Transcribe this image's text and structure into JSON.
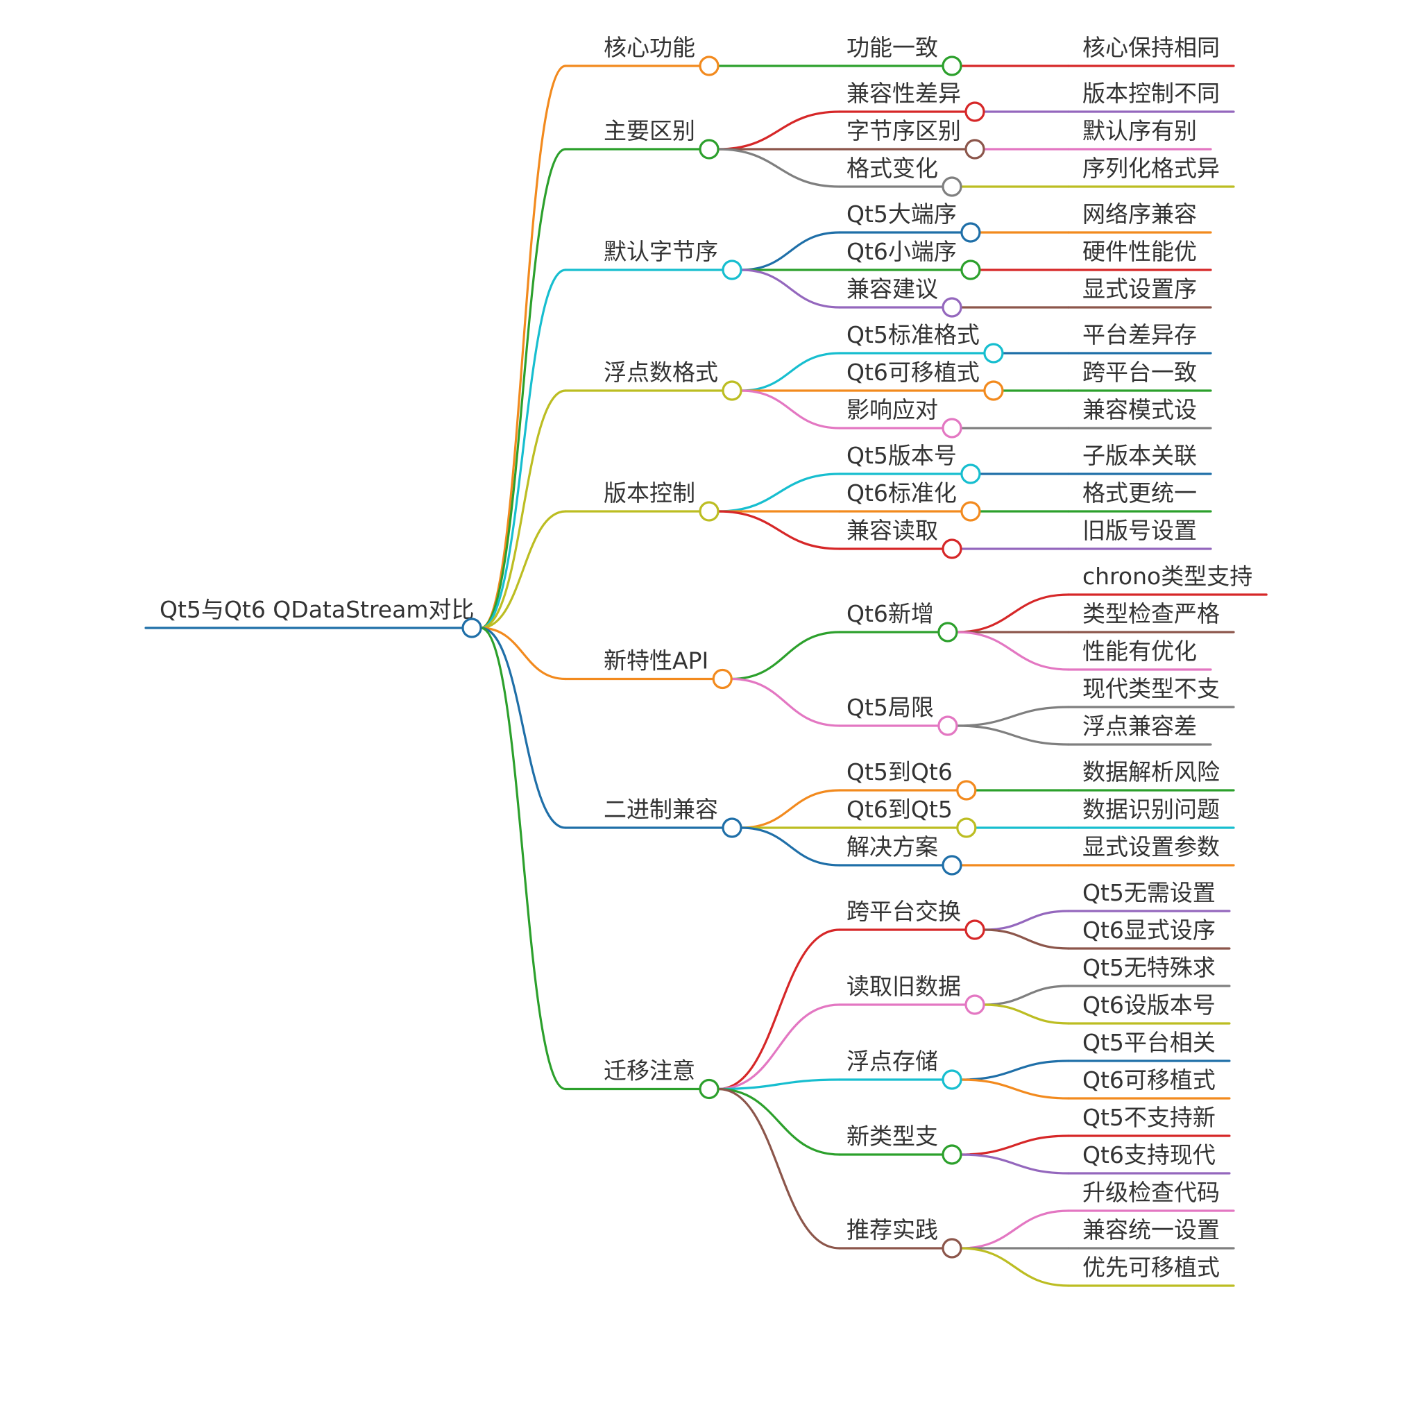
{
  "root": {
    "label": "Qt5与Qt6 QDataStream对比",
    "color": "#1f6fa8",
    "children": [
      {
        "label": "核心功能",
        "color": "#f28a1e",
        "children": [
          {
            "label": "功能一致",
            "color": "#2ca02c",
            "children": [
              {
                "label": "核心保持相同",
                "color": "#d62728"
              }
            ]
          }
        ]
      },
      {
        "label": "主要区别",
        "color": "#2ca02c",
        "children": [
          {
            "label": "兼容性差异",
            "color": "#d62728",
            "children": [
              {
                "label": "版本控制不同",
                "color": "#9467bd"
              }
            ]
          },
          {
            "label": "字节序区别",
            "color": "#8c564b",
            "children": [
              {
                "label": "默认序有别",
                "color": "#e377c2"
              }
            ]
          },
          {
            "label": "格式变化",
            "color": "#7f7f7f",
            "children": [
              {
                "label": "序列化格式异",
                "color": "#bcbd22"
              }
            ]
          }
        ]
      },
      {
        "label": "默认字节序",
        "color": "#17becf",
        "children": [
          {
            "label": "Qt5大端序",
            "color": "#1f6fa8",
            "children": [
              {
                "label": "网络序兼容",
                "color": "#f28a1e"
              }
            ]
          },
          {
            "label": "Qt6小端序",
            "color": "#2ca02c",
            "children": [
              {
                "label": "硬件性能优",
                "color": "#d62728"
              }
            ]
          },
          {
            "label": "兼容建议",
            "color": "#9467bd",
            "children": [
              {
                "label": "显式设置序",
                "color": "#8c564b"
              }
            ]
          }
        ]
      },
      {
        "label": "浮点数格式",
        "color": "#bcbd22",
        "children": [
          {
            "label": "Qt5标准格式",
            "color": "#17becf",
            "children": [
              {
                "label": "平台差异存",
                "color": "#1f6fa8"
              }
            ]
          },
          {
            "label": "Qt6可移植式",
            "color": "#f28a1e",
            "children": [
              {
                "label": "跨平台一致",
                "color": "#2ca02c"
              }
            ]
          },
          {
            "label": "影响应对",
            "color": "#e377c2",
            "children": [
              {
                "label": "兼容模式设",
                "color": "#7f7f7f"
              }
            ]
          }
        ]
      },
      {
        "label": "版本控制",
        "color": "#bcbd22",
        "children": [
          {
            "label": "Qt5版本号",
            "color": "#17becf",
            "children": [
              {
                "label": "子版本关联",
                "color": "#1f6fa8"
              }
            ]
          },
          {
            "label": "Qt6标准化",
            "color": "#f28a1e",
            "children": [
              {
                "label": "格式更统一",
                "color": "#2ca02c"
              }
            ]
          },
          {
            "label": "兼容读取",
            "color": "#d62728",
            "children": [
              {
                "label": "旧版号设置",
                "color": "#9467bd"
              }
            ]
          }
        ]
      },
      {
        "label": "新特性API",
        "color": "#f28a1e",
        "children": [
          {
            "label": "Qt6新增",
            "color": "#2ca02c",
            "children": [
              {
                "label": "chrono类型支持",
                "color": "#d62728"
              },
              {
                "label": "类型检查严格",
                "color": "#8c564b"
              },
              {
                "label": "性能有优化",
                "color": "#e377c2"
              }
            ]
          },
          {
            "label": "Qt5局限",
            "color": "#e377c2",
            "children": [
              {
                "label": "现代类型不支",
                "color": "#7f7f7f"
              },
              {
                "label": "浮点兼容差",
                "color": "#7f7f7f"
              }
            ]
          }
        ]
      },
      {
        "label": "二进制兼容",
        "color": "#1f6fa8",
        "children": [
          {
            "label": "Qt5到Qt6",
            "color": "#f28a1e",
            "children": [
              {
                "label": "数据解析风险",
                "color": "#2ca02c"
              }
            ]
          },
          {
            "label": "Qt6到Qt5",
            "color": "#bcbd22",
            "children": [
              {
                "label": "数据识别问题",
                "color": "#17becf"
              }
            ]
          },
          {
            "label": "解决方案",
            "color": "#1f6fa8",
            "children": [
              {
                "label": "显式设置参数",
                "color": "#f28a1e"
              }
            ]
          }
        ]
      },
      {
        "label": "迁移注意",
        "color": "#2ca02c",
        "children": [
          {
            "label": "跨平台交换",
            "color": "#d62728",
            "children": [
              {
                "label": "Qt5无需设置",
                "color": "#9467bd"
              },
              {
                "label": "Qt6显式设序",
                "color": "#8c564b"
              }
            ]
          },
          {
            "label": "读取旧数据",
            "color": "#e377c2",
            "children": [
              {
                "label": "Qt5无特殊求",
                "color": "#7f7f7f"
              },
              {
                "label": "Qt6设版本号",
                "color": "#bcbd22"
              }
            ]
          },
          {
            "label": "浮点存储",
            "color": "#17becf",
            "children": [
              {
                "label": "Qt5平台相关",
                "color": "#1f6fa8"
              },
              {
                "label": "Qt6可移植式",
                "color": "#f28a1e"
              }
            ]
          },
          {
            "label": "新类型支",
            "color": "#2ca02c",
            "children": [
              {
                "label": "Qt5不支持新",
                "color": "#d62728"
              },
              {
                "label": "Qt6支持现代",
                "color": "#9467bd"
              }
            ]
          },
          {
            "label": "推荐实践",
            "color": "#8c564b",
            "children": [
              {
                "label": "升级检查代码",
                "color": "#e377c2"
              },
              {
                "label": "兼容统一设置",
                "color": "#7f7f7f"
              },
              {
                "label": "优先可移植式",
                "color": "#bcbd22"
              }
            ]
          }
        ]
      }
    ]
  }
}
